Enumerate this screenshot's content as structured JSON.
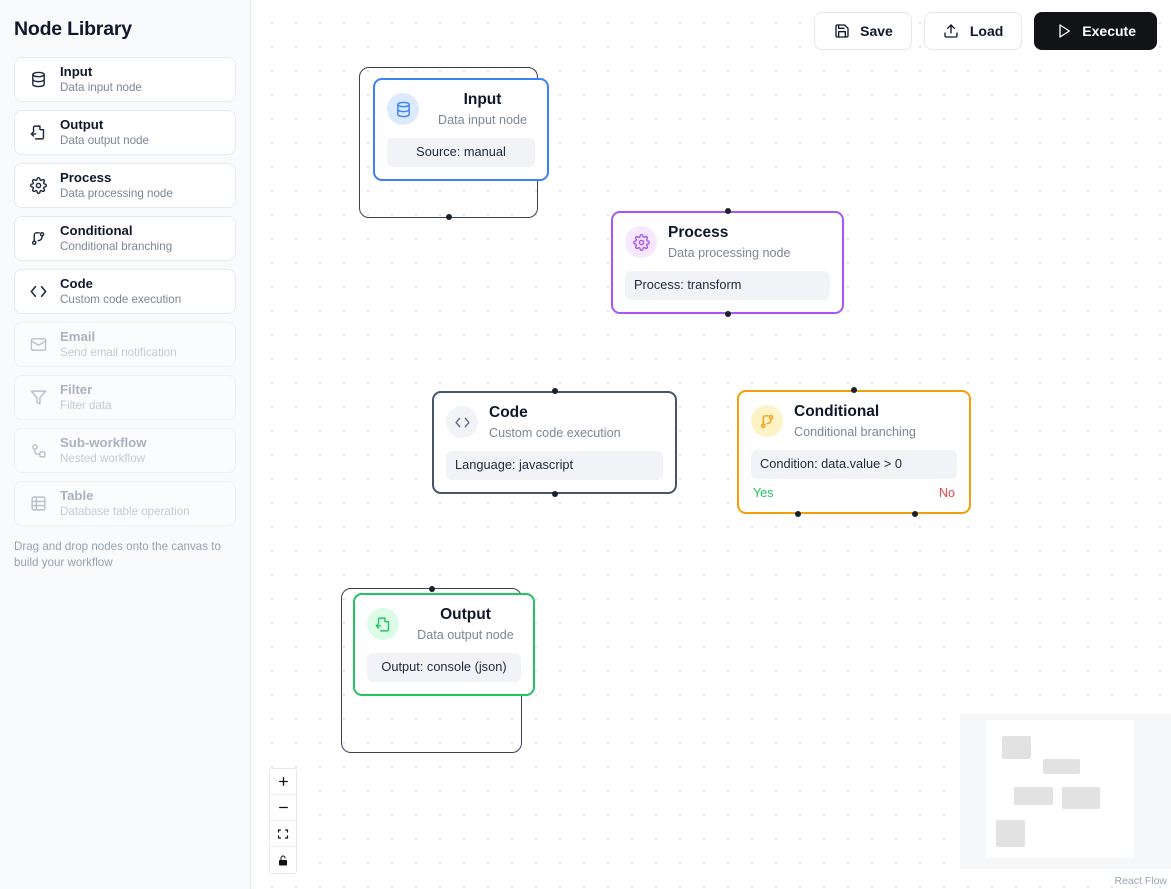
{
  "sidebar": {
    "title": "Node Library",
    "hint": "Drag and drop nodes onto the canvas to build your workflow",
    "items": [
      {
        "label": "Input",
        "desc": "Data input node",
        "icon": "database-icon",
        "disabled": false
      },
      {
        "label": "Output",
        "desc": "Data output node",
        "icon": "file-output-icon",
        "disabled": false
      },
      {
        "label": "Process",
        "desc": "Data processing node",
        "icon": "gear-icon",
        "disabled": false
      },
      {
        "label": "Conditional",
        "desc": "Conditional branching",
        "icon": "git-branch-icon",
        "disabled": false
      },
      {
        "label": "Code",
        "desc": "Custom code execution",
        "icon": "code-brackets-icon",
        "disabled": false
      },
      {
        "label": "Email",
        "desc": "Send email notification",
        "icon": "envelope-icon",
        "disabled": true
      },
      {
        "label": "Filter",
        "desc": "Filter data",
        "icon": "funnel-icon",
        "disabled": true
      },
      {
        "label": "Sub-workflow",
        "desc": "Nested workflow",
        "icon": "workflow-icon",
        "disabled": true
      },
      {
        "label": "Table",
        "desc": "Database table operation",
        "icon": "table-icon",
        "disabled": true
      }
    ]
  },
  "toolbar": {
    "save_label": "Save",
    "load_label": "Load",
    "execute_label": "Execute",
    "save_icon": "floppy-disk-icon",
    "load_icon": "upload-icon",
    "execute_icon": "play-icon"
  },
  "canvas": {
    "attribution": "React Flow",
    "nodes": {
      "input": {
        "title": "Input",
        "sub": "Data input node",
        "chip": "Source: manual",
        "color": "#3b82f6",
        "badge_bg": "#dbeafe",
        "icon": "database-icon"
      },
      "process": {
        "title": "Process",
        "sub": "Data processing node",
        "chip": "Process: transform",
        "color": "#a855f7",
        "badge_bg": "#f3e8ff",
        "icon": "gear-icon"
      },
      "code": {
        "title": "Code",
        "sub": "Custom code execution",
        "chip": "Language: javascript",
        "color": "#475569",
        "badge_bg": "#f1f3f7",
        "icon": "code-brackets-icon"
      },
      "conditional": {
        "title": "Conditional",
        "sub": "Conditional branching",
        "chip": "Condition: data.value > 0",
        "yes": "Yes",
        "no": "No",
        "color": "#f59e0b",
        "badge_bg": "#fef3c7",
        "yes_color": "#22c55e",
        "no_color": "#ef4444",
        "icon": "git-branch-icon"
      },
      "output": {
        "title": "Output",
        "sub": "Data output node",
        "chip": "Output: console (json)",
        "color": "#22c55e",
        "badge_bg": "#dcfce7",
        "icon": "file-output-icon"
      }
    }
  },
  "controls": {
    "zoom_in": "zoom-in-icon",
    "zoom_out": "zoom-out-icon",
    "fit_view": "fit-view-icon",
    "lock": "lock-icon"
  }
}
